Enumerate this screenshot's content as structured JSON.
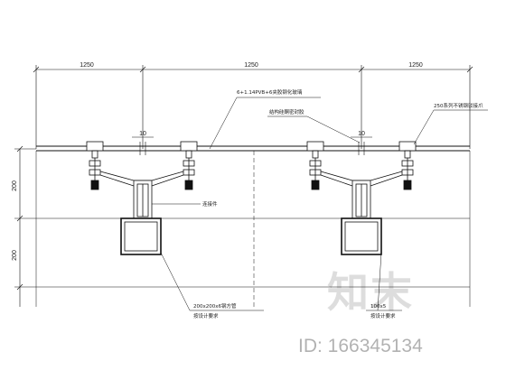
{
  "dimensions": {
    "top": [
      "1250",
      "1250",
      "1250"
    ],
    "left": [
      "200",
      "200"
    ],
    "gap_left": "10",
    "gap_right": "10"
  },
  "notes": {
    "glass_spec": "6+1.14PVB+6夹胶钢化玻璃",
    "structural_sealant": "结构硅酮密封胶",
    "spider_fitting": "250系列不锈钢驳接爪",
    "bracket": "连接件",
    "steel_tube_left": "200x200x6钢方管",
    "steel_tube_left_sub": "按设计要求",
    "steel_tube_right": "100x5",
    "steel_tube_right_sub": "按设计要求"
  },
  "watermark": {
    "brand": "知末",
    "id_text": "ID: 166345134"
  },
  "colors": {
    "line": "#111111",
    "background": "#ffffff"
  }
}
